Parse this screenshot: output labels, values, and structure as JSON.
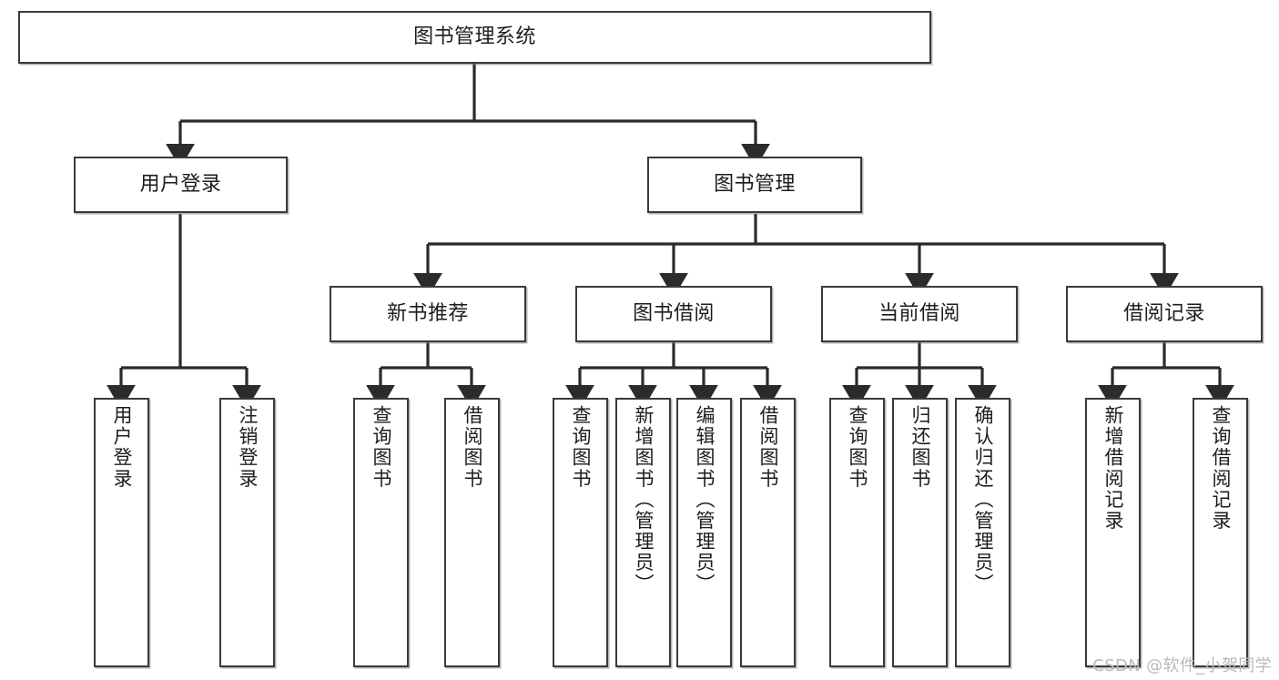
{
  "diagram": {
    "title": "图书管理系统",
    "type": "hierarchy-tree",
    "watermark": "CSDN @软件_小贺同学",
    "colors": {
      "box_border": "#3a3a3a",
      "box_fill": "#ffffff",
      "connector": "#2b2b2b",
      "text": "#1d1d1d",
      "watermark": "#b9b9b9",
      "background": "#ffffff"
    },
    "levels": [
      {
        "level": 1,
        "orientation": "horizontal",
        "nodes": [
          {
            "id": "root",
            "label": "图书管理系统"
          }
        ]
      },
      {
        "level": 2,
        "orientation": "horizontal",
        "nodes": [
          {
            "id": "user-login",
            "label": "用户登录",
            "parent": "root"
          },
          {
            "id": "book-manage",
            "label": "图书管理",
            "parent": "root"
          }
        ]
      },
      {
        "level": 3,
        "orientation": "horizontal",
        "nodes": [
          {
            "id": "new-book-rec",
            "label": "新书推荐",
            "parent": "book-manage"
          },
          {
            "id": "book-borrow",
            "label": "图书借阅",
            "parent": "book-manage"
          },
          {
            "id": "current-borrow",
            "label": "当前借阅",
            "parent": "book-manage"
          },
          {
            "id": "borrow-record",
            "label": "借阅记录",
            "parent": "book-manage"
          }
        ]
      },
      {
        "level": 4,
        "orientation": "vertical",
        "nodes": [
          {
            "id": "leaf-1",
            "label": "用户登录",
            "parent": "user-login"
          },
          {
            "id": "leaf-2",
            "label": "注销登录",
            "parent": "user-login"
          },
          {
            "id": "leaf-3",
            "label": "查询图书",
            "parent": "new-book-rec"
          },
          {
            "id": "leaf-4",
            "label": "借阅图书",
            "parent": "new-book-rec"
          },
          {
            "id": "leaf-5",
            "label": "查询图书",
            "parent": "book-borrow"
          },
          {
            "id": "leaf-6",
            "label": "新增图书（管理员）",
            "parent": "book-borrow"
          },
          {
            "id": "leaf-7",
            "label": "编辑图书（管理员）",
            "parent": "book-borrow"
          },
          {
            "id": "leaf-8",
            "label": "借阅图书",
            "parent": "book-borrow"
          },
          {
            "id": "leaf-9",
            "label": "查询图书",
            "parent": "current-borrow"
          },
          {
            "id": "leaf-10",
            "label": "归还图书",
            "parent": "current-borrow"
          },
          {
            "id": "leaf-11",
            "label": "确认归还（管理员）",
            "parent": "current-borrow"
          },
          {
            "id": "leaf-12",
            "label": "新增借阅记录",
            "parent": "borrow-record"
          },
          {
            "id": "leaf-13",
            "label": "查询借阅记录",
            "parent": "borrow-record"
          }
        ]
      }
    ]
  }
}
